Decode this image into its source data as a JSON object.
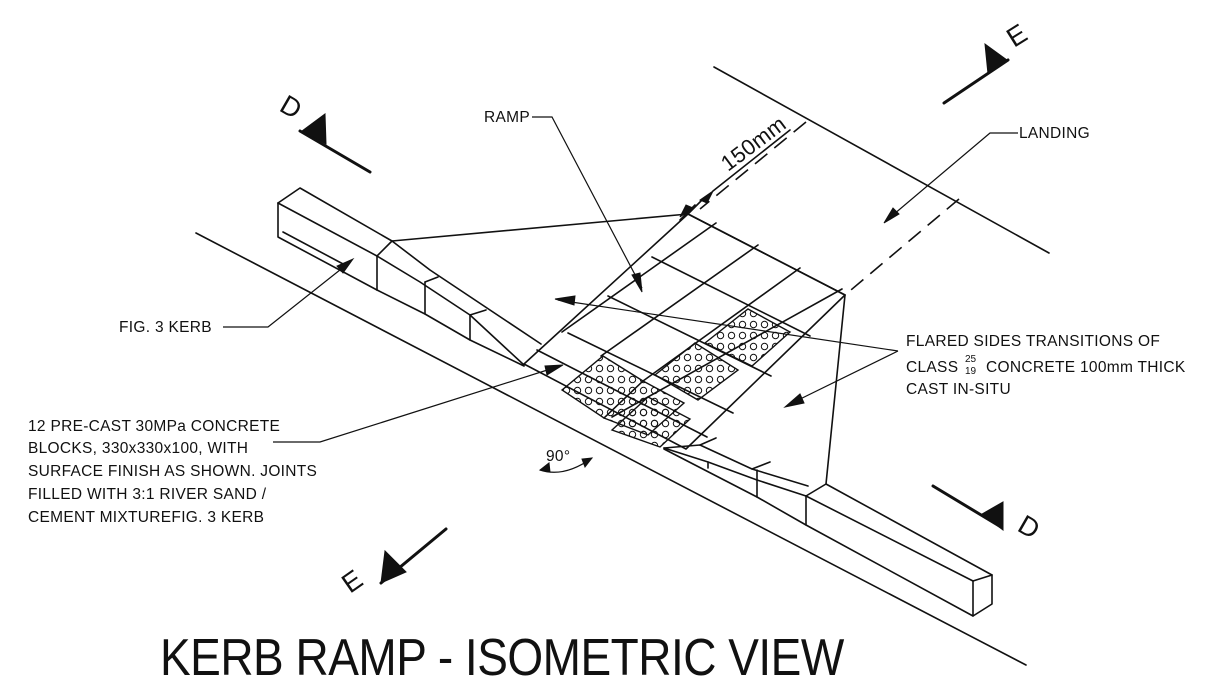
{
  "title": "KERB RAMP - ISOMETRIC VIEW",
  "labels": {
    "ramp": "RAMP",
    "dimension": "150mm",
    "landing": "LANDING",
    "kerb": "FIG. 3 KERB",
    "angle": "90°",
    "flared_line1": "FLARED SIDES TRANSITIONS OF",
    "flared_line2_pre": "CLASS",
    "flared_frac_top": "25",
    "flared_frac_bottom": "19",
    "flared_line2_post": "CONCRETE 100mm THICK",
    "flared_line3": "CAST IN-SITU",
    "blocks_line1": "12 PRE-CAST 30MPa CONCRETE",
    "blocks_line2": "BLOCKS, 330x330x100, WITH",
    "blocks_line3": "SURFACE FINISH AS SHOWN. JOINTS",
    "blocks_line4": "FILLED WITH 3:1 RIVER SAND /",
    "blocks_line5": "CEMENT MIXTUREFIG. 3 KERB"
  },
  "section_markers": {
    "d_top": "D",
    "d_bottom": "D",
    "e_top": "E",
    "e_bottom": "E"
  }
}
